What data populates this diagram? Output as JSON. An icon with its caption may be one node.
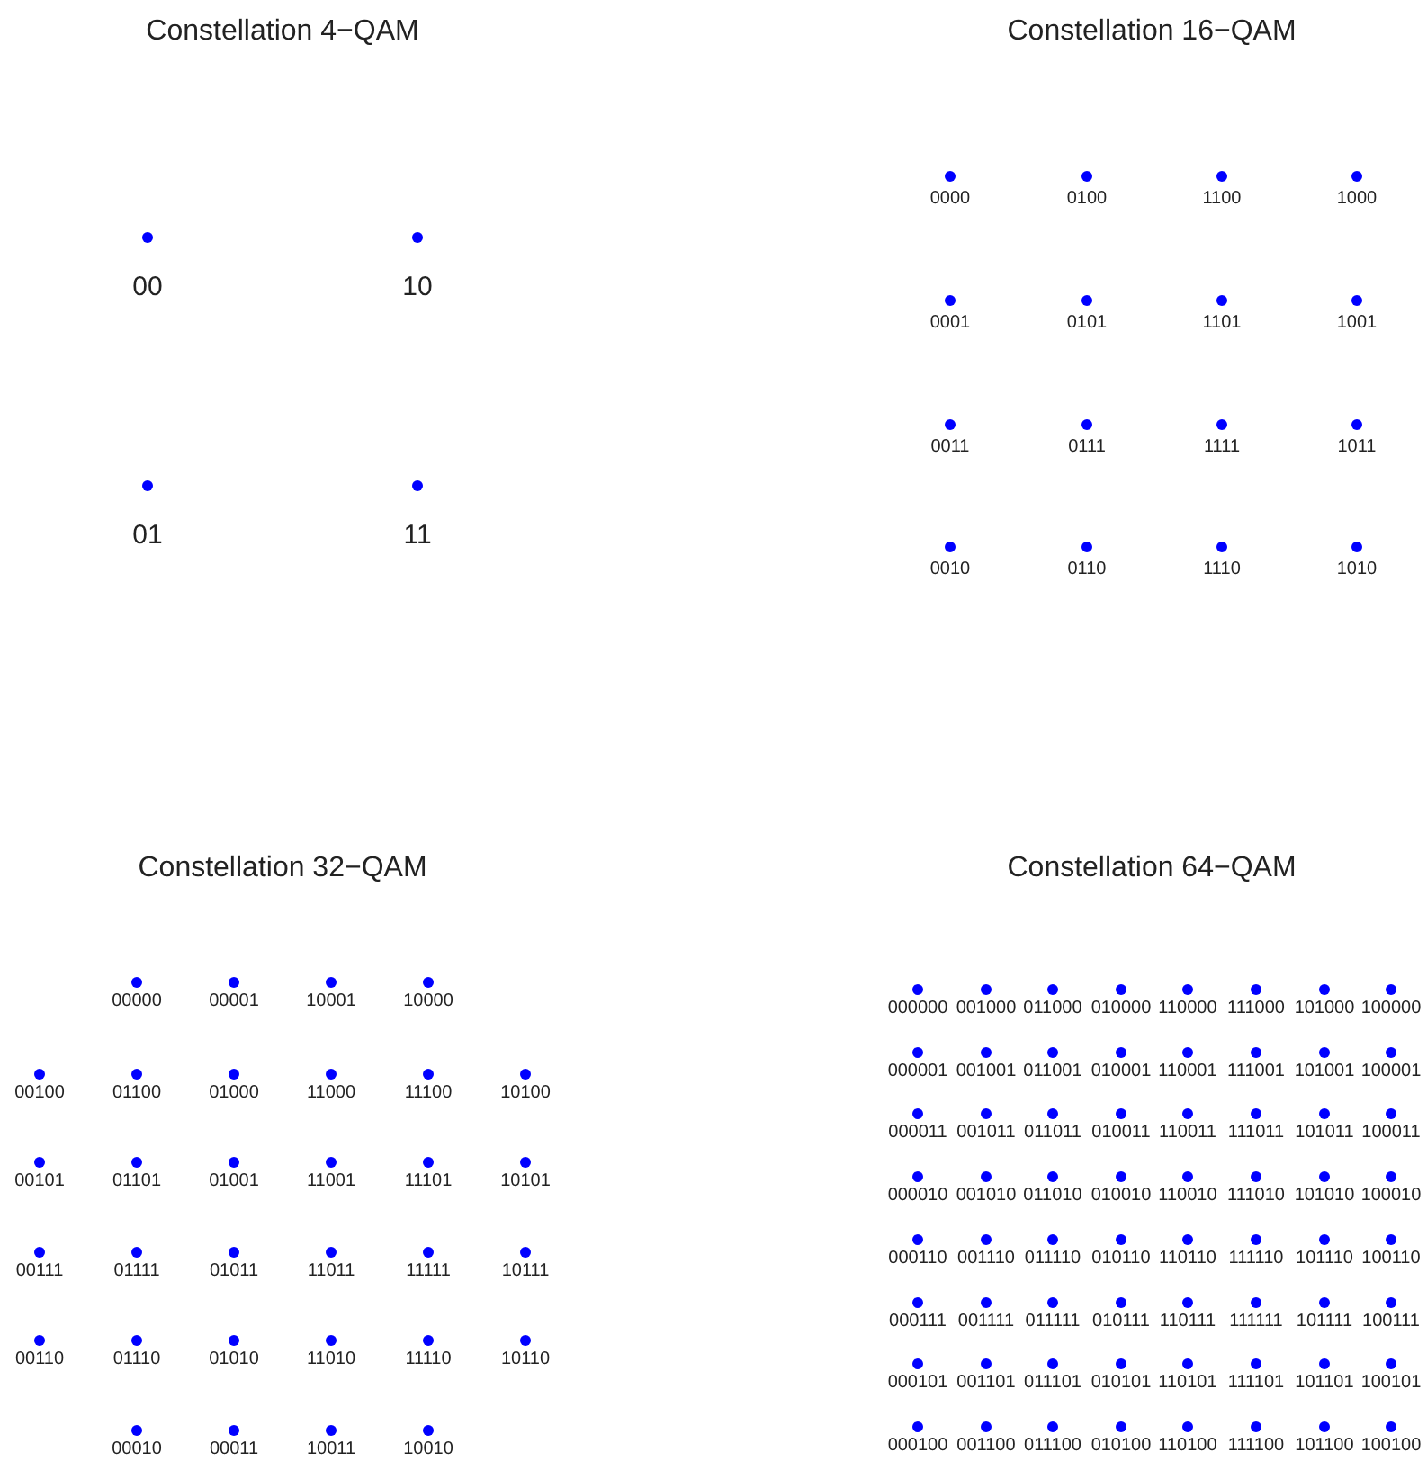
{
  "diagram": {
    "labels": [
      "Constellation 4−QAM",
      "00",
      "10",
      "01",
      "11",
      "Constellation 16−QAM",
      "0000",
      "0100",
      "1100",
      "1000",
      "0001",
      "0101",
      "1101",
      "1001",
      "0011",
      "0111",
      "1111",
      "1011",
      "0010",
      "0110",
      "1110",
      "1010",
      "Constellation 32−QAM",
      "00000",
      "00001",
      "10001",
      "10000",
      "00100",
      "01100",
      "01000",
      "11000",
      "11100",
      "10100",
      "00101",
      "01101",
      "01001",
      "11001",
      "11101",
      "10101",
      "00111",
      "01111",
      "01011",
      "11011",
      "11111",
      "10111",
      "00110",
      "01110",
      "01010",
      "11010",
      "11110",
      "10110",
      "00010",
      "00011",
      "10011",
      "10010",
      "Constellation 64−QAM",
      "000000",
      "001000",
      "011000",
      "010000",
      "110000",
      "111000",
      "101000",
      "100000",
      "000001",
      "001001",
      "011001",
      "010001",
      "110001",
      "111001",
      "101001",
      "100001",
      "000011",
      "001011",
      "011011",
      "010011",
      "110011",
      "111011",
      "101011",
      "100011",
      "000010",
      "001010",
      "011010",
      "010010",
      "110010",
      "111010",
      "101010",
      "100010",
      "000110",
      "001110",
      "011110",
      "010110",
      "110110",
      "111110",
      "101110",
      "100110",
      "000111",
      "001111",
      "011111",
      "010111",
      "110111",
      "111111",
      "101111",
      "100111",
      "000101",
      "001101",
      "011101",
      "010101",
      "110101",
      "111101",
      "101101",
      "100101",
      "000100",
      "001100",
      "011100",
      "010100",
      "110100",
      "111100",
      "101100",
      "100100"
    ]
  }
}
